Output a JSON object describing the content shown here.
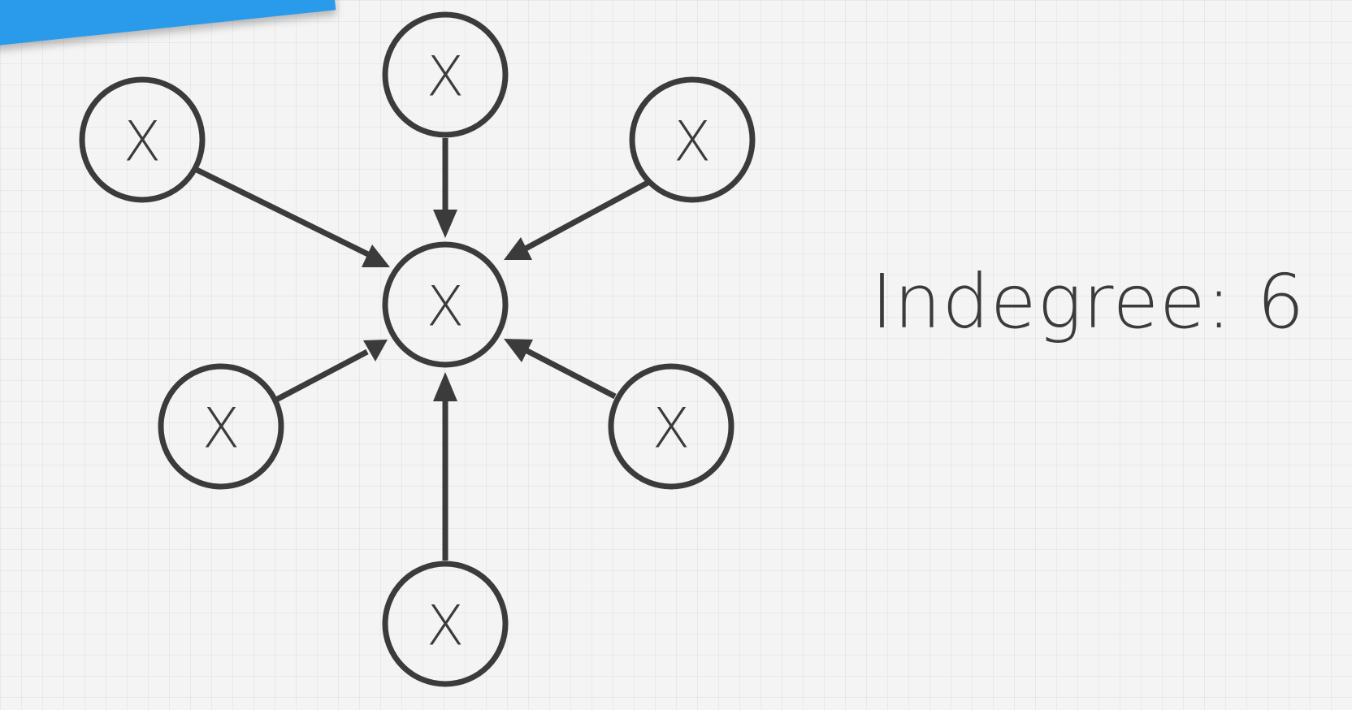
{
  "diagram": {
    "center_node": {
      "id": "center",
      "label": "X"
    },
    "outer_nodes": [
      {
        "id": "top",
        "label": "X"
      },
      {
        "id": "upper-left",
        "label": "X"
      },
      {
        "id": "upper-right",
        "label": "X"
      },
      {
        "id": "lower-left",
        "label": "X"
      },
      {
        "id": "lower-right",
        "label": "X"
      },
      {
        "id": "bottom",
        "label": "X"
      }
    ],
    "edges": [
      {
        "from": "top",
        "to": "center",
        "directed": true
      },
      {
        "from": "upper-left",
        "to": "center",
        "directed": true
      },
      {
        "from": "upper-right",
        "to": "center",
        "directed": true
      },
      {
        "from": "lower-left",
        "to": "center",
        "directed": true
      },
      {
        "from": "lower-right",
        "to": "center",
        "directed": true
      },
      {
        "from": "bottom",
        "to": "center",
        "directed": true
      }
    ]
  },
  "stat": {
    "text": "Indegree: 6"
  },
  "colors": {
    "stroke": "#3b3b3b",
    "background": "#f4f4f4",
    "banner": "#2a9bea"
  }
}
